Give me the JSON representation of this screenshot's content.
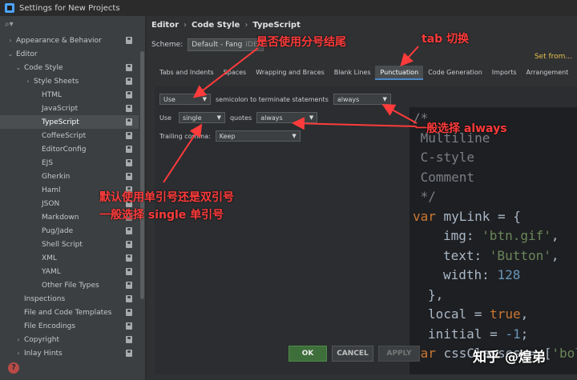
{
  "window": {
    "title": "Settings for New Projects"
  },
  "sidebar": {
    "items": [
      {
        "label": "Appearance & Behavior",
        "level": 0,
        "arrow": "›",
        "badge": true
      },
      {
        "label": "Editor",
        "level": 0,
        "arrow": "⌄",
        "badge": false
      },
      {
        "label": "Code Style",
        "level": 1,
        "arrow": "⌄",
        "badge": true
      },
      {
        "label": "Style Sheets",
        "level": 2,
        "arrow": "›",
        "badge": true
      },
      {
        "label": "HTML",
        "level": 3,
        "arrow": "",
        "badge": true
      },
      {
        "label": "JavaScript",
        "level": 3,
        "arrow": "",
        "badge": true
      },
      {
        "label": "TypeScript",
        "level": 3,
        "arrow": "",
        "badge": true,
        "selected": true
      },
      {
        "label": "CoffeeScript",
        "level": 3,
        "arrow": "",
        "badge": true
      },
      {
        "label": "EditorConfig",
        "level": 3,
        "arrow": "",
        "badge": true
      },
      {
        "label": "EJS",
        "level": 3,
        "arrow": "",
        "badge": true
      },
      {
        "label": "Gherkin",
        "level": 3,
        "arrow": "",
        "badge": true
      },
      {
        "label": "Haml",
        "level": 3,
        "arrow": "",
        "badge": true
      },
      {
        "label": "JSON",
        "level": 3,
        "arrow": "",
        "badge": true
      },
      {
        "label": "Markdown",
        "level": 3,
        "arrow": "",
        "badge": true
      },
      {
        "label": "Pug/Jade",
        "level": 3,
        "arrow": "",
        "badge": true
      },
      {
        "label": "Shell Script",
        "level": 3,
        "arrow": "",
        "badge": true
      },
      {
        "label": "XML",
        "level": 3,
        "arrow": "",
        "badge": true
      },
      {
        "label": "YAML",
        "level": 3,
        "arrow": "",
        "badge": true
      },
      {
        "label": "Other File Types",
        "level": 3,
        "arrow": "",
        "badge": true
      },
      {
        "label": "Inspections",
        "level": 1,
        "arrow": "",
        "badge": true
      },
      {
        "label": "File and Code Templates",
        "level": 1,
        "arrow": "",
        "badge": true
      },
      {
        "label": "File Encodings",
        "level": 1,
        "arrow": "",
        "badge": true
      },
      {
        "label": "Copyright",
        "level": 1,
        "arrow": "›",
        "badge": true
      },
      {
        "label": "Inlay Hints",
        "level": 1,
        "arrow": "›",
        "badge": true
      }
    ]
  },
  "breadcrumb": {
    "a": "Editor",
    "sep": "›",
    "b": "Code Style",
    "c": "TypeScript"
  },
  "scheme": {
    "label": "Scheme:",
    "value": "Default - Fang",
    "tag": "IDE"
  },
  "set_from": "Set from...",
  "tabs": [
    {
      "label": "Tabs and Indents"
    },
    {
      "label": "Spaces"
    },
    {
      "label": "Wrapping and Braces"
    },
    {
      "label": "Blank Lines"
    },
    {
      "label": "Punctuation",
      "active": true
    },
    {
      "label": "Code Generation"
    },
    {
      "label": "Imports"
    },
    {
      "label": "Arrangement"
    }
  ],
  "punctuation": {
    "semicolon_select": "Use",
    "semicolon_label": "semicolon to terminate statements",
    "semicolon_when": "always",
    "quotes_use_label": "Use",
    "quotes_select": "single",
    "quotes_label": "quotes",
    "quotes_when": "always",
    "trailing_label": "Trailing comma:",
    "trailing_select": "Keep"
  },
  "preview": {
    "l1": "/*",
    "l2": " Multiline",
    "l3": " C-style",
    "l4": " Comment",
    "l5": " */",
    "l6_kw": "var ",
    "l6_id": "myLink = {",
    "l7_prop": "img: ",
    "l7_str": "'btn.gif'",
    "l7_end": ",",
    "l8_prop": "text: ",
    "l8_str": "'Button'",
    "l8_end": ",",
    "l9_prop": "width: ",
    "l9_num": "128",
    "l10": "},",
    "l11_id": "local = ",
    "l11_b": "true",
    "l11_end": ",",
    "l12_id": "initial = ",
    "l12_n": "-1",
    "l12_end": ";",
    "l13_kw": "var ",
    "l13_id": "cssClasses = [",
    "l13_str": "'bol"
  },
  "buttons": {
    "ok": "OK",
    "cancel": "CANCEL",
    "apply": "APPLY"
  },
  "annotations": {
    "semicolon_note": "是否使用分号结尾",
    "tab_note": "tab 切换",
    "always_note": "一般选择 always",
    "quotes_note_1": "默认使用单引号还是双引号",
    "quotes_note_2": "一般选择 single 单引号"
  },
  "watermark": "知乎 @煌弟",
  "colors": {
    "annotation": "#ff3b3b",
    "active_tab_underline": "#4a88c7",
    "set_from": "#e8c14d"
  }
}
